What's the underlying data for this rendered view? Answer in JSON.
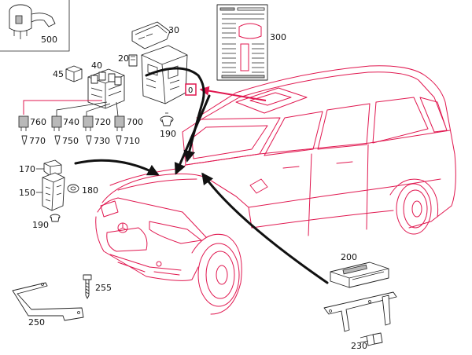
{
  "diagram": {
    "highlight_color": "#e0174f",
    "labels": {
      "p500": "500",
      "p30": "30",
      "p300": "300",
      "p20": "20",
      "p40": "40",
      "p45": "45",
      "p0": "0",
      "p760": "760",
      "p740": "740",
      "p720": "720",
      "p700": "700",
      "p770": "770",
      "p750": "750",
      "p730": "730",
      "p710": "710",
      "p190a": "190",
      "p170": "170",
      "p150": "150",
      "p180": "180",
      "p190b": "190",
      "p200": "200",
      "p255": "255",
      "p250": "250",
      "p230": "230"
    }
  }
}
